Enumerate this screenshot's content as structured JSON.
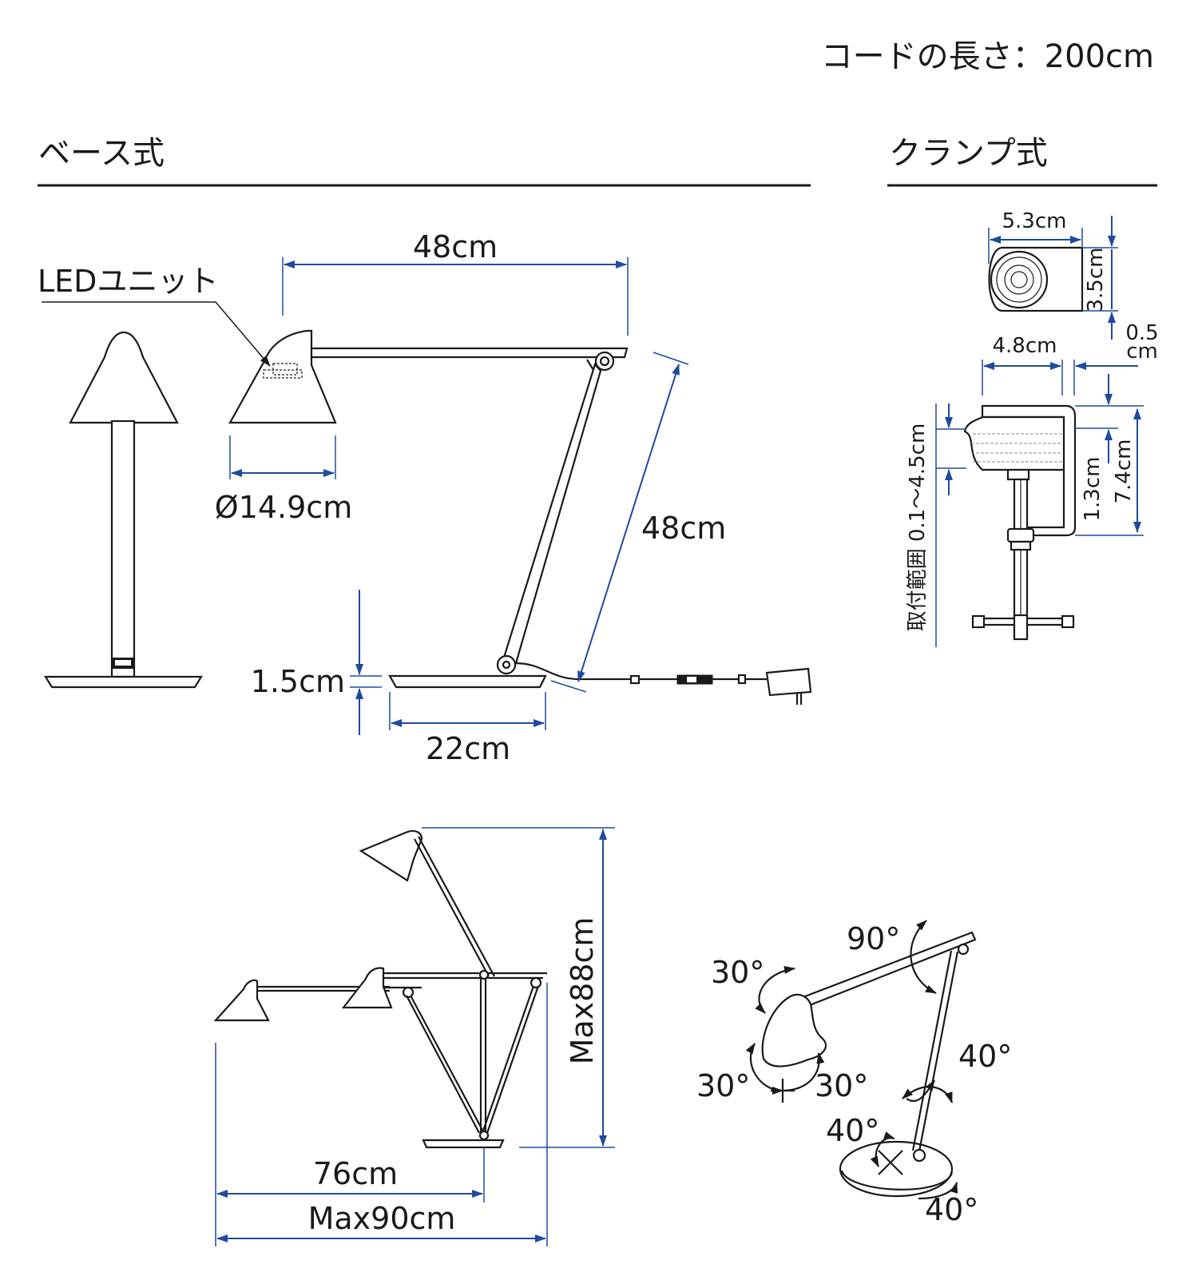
{
  "cord_length": "コードの長さ：200cm",
  "sections": {
    "base": "ベース式",
    "clamp": "クランプ式"
  },
  "base": {
    "led_unit": "LEDユニット",
    "arm_length": "48cm",
    "shade_diameter": "Ø14.9cm",
    "arm_height": "48cm",
    "base_thickness": "1.5cm",
    "base_width": "22cm"
  },
  "range": {
    "max_height": "Max88cm",
    "reach": "76cm",
    "max_reach": "Max90cm"
  },
  "clamp": {
    "width": "5.3cm",
    "height": "3.5cm",
    "gap": "0.5",
    "gap_unit": "cm",
    "jaw_width": "4.8cm",
    "jaw_height": "1.3cm",
    "total_height": "7.4cm",
    "mount_range": "取付範囲 0.1～4.5cm"
  },
  "rotation": {
    "shade_tilt_a": "30°",
    "shade_tilt_b": "30°",
    "shade_tilt_c": "30°",
    "arm_top": "90°",
    "arm_joint": "40°",
    "base_pivot": "40°",
    "base_rotate": "40°"
  },
  "colors": {
    "dimension": "#1f4aa0",
    "line": "#1a1a1a"
  }
}
